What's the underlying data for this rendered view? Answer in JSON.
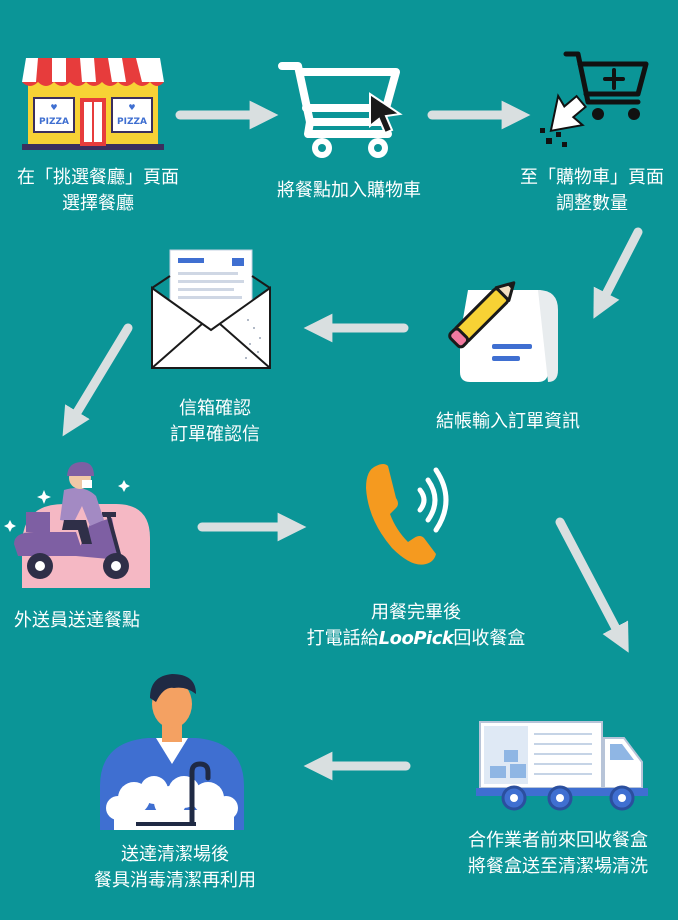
{
  "steps": [
    {
      "lines": [
        "在「挑選餐廳」頁面",
        "選擇餐廳"
      ]
    },
    {
      "lines": [
        "將餐點加入購物車"
      ]
    },
    {
      "lines": [
        "至「購物車」頁面",
        "調整數量"
      ]
    },
    {
      "lines": [
        "結帳輸入訂單資訊"
      ]
    },
    {
      "lines": [
        "信箱確認",
        "訂單確認信"
      ]
    },
    {
      "lines": [
        "外送員送達餐點"
      ]
    },
    {
      "line1": "用餐完畢後",
      "line2_prefix": "打電話給",
      "brand": "LooPick",
      "line2_suffix": "回收餐盒"
    },
    {
      "lines": [
        "合作業者前來回收餐盒",
        "將餐盒送至清潔場清洗"
      ]
    },
    {
      "lines": [
        "送達清潔場後",
        "餐具消毒清潔再利用"
      ]
    }
  ],
  "pizza_sign": "PIZZA",
  "colors": {
    "background": "#0b9597",
    "arrow": "#d9dfe0",
    "text": "#ffffff",
    "accent_orange": "#f59a1f",
    "accent_purple": "#7e5fa3",
    "accent_blue": "#3f6fd1"
  },
  "icons": [
    "pizza-shop-icon",
    "shopping-cart-icon",
    "cart-add-icon",
    "checkout-form-icon",
    "email-envelope-icon",
    "delivery-scooter-icon",
    "phone-call-icon",
    "delivery-truck-icon",
    "washing-dishes-icon"
  ]
}
